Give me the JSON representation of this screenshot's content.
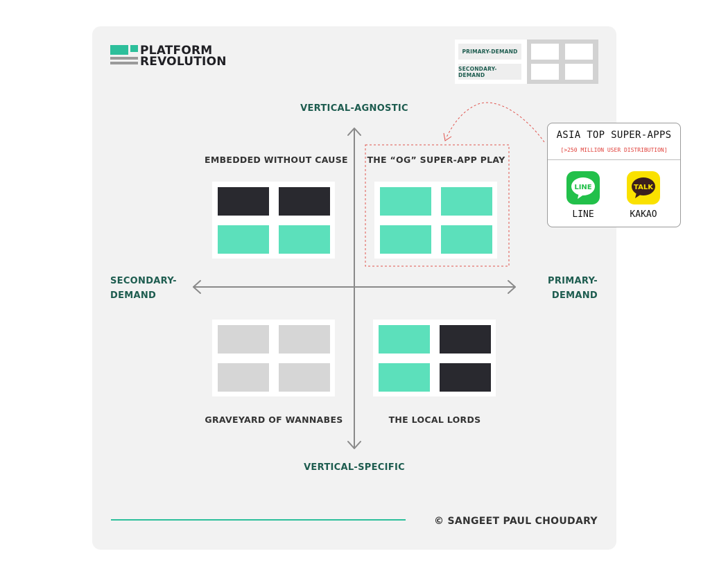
{
  "brand": {
    "line1": "PLATFORM",
    "line2": "REVOLUTION",
    "colors": {
      "accent": "#2dbf9b",
      "gray": "#9a9a9a",
      "text": "#1f1f24"
    }
  },
  "legend": {
    "primary_label": "PRIMARY-DEMAND",
    "secondary_label": "SECONDARY-DEMAND"
  },
  "axes": {
    "top": "VERTICAL-AGNOSTIC",
    "bottom": "VERTICAL-SPECIFIC",
    "left_line1": "SECONDARY-",
    "left_line2": "DEMAND",
    "right_line1": "PRIMARY-",
    "right_line2": "DEMAND"
  },
  "quadrants": {
    "top_left": {
      "title": "EMBEDDED WITHOUT CAUSE",
      "cells": [
        "dark",
        "dark",
        "green",
        "green"
      ]
    },
    "top_right": {
      "title": "THE “OG” SUPER-APP PLAY",
      "cells": [
        "green",
        "green",
        "green",
        "green"
      ]
    },
    "bottom_left": {
      "title": "GRAVEYARD OF WANNABES",
      "cells": [
        "gray",
        "gray",
        "gray",
        "gray"
      ]
    },
    "bottom_right": {
      "title": "THE LOCAL LORDS",
      "cells": [
        "green",
        "dark",
        "green",
        "dark"
      ]
    }
  },
  "cell_colors": {
    "dark": "#29292f",
    "green": "#5ce0bb",
    "gray": "#d6d6d6"
  },
  "callout": {
    "title": "ASIA TOP SUPER-APPS",
    "subtitle": "[>250 MILLION USER DISTRIBUTION]",
    "apps": [
      {
        "name": "LINE",
        "icon": "line-logo-icon",
        "icon_text": "LINE",
        "color": "#22c04a"
      },
      {
        "name": "KAKAO",
        "icon": "kakaotalk-logo-icon",
        "icon_text": "TALK",
        "color": "#fae100"
      }
    ]
  },
  "footer": {
    "copyright": "© SANGEET PAUL CHOUDARY"
  }
}
